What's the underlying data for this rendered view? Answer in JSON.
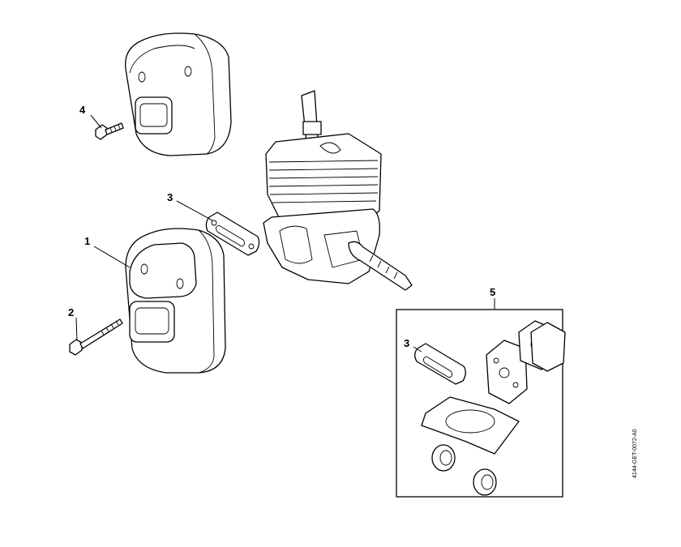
{
  "diagram": {
    "callouts": [
      {
        "id": "4",
        "part": "screw-top"
      },
      {
        "id": "3",
        "part": "gasket"
      },
      {
        "id": "1",
        "part": "muffler"
      },
      {
        "id": "2",
        "part": "screw-long"
      },
      {
        "id": "5",
        "part": "gasket-set"
      },
      {
        "id": "3",
        "part": "gasket-in-set"
      }
    ],
    "document_id": "4144-GET-0072-A0"
  }
}
